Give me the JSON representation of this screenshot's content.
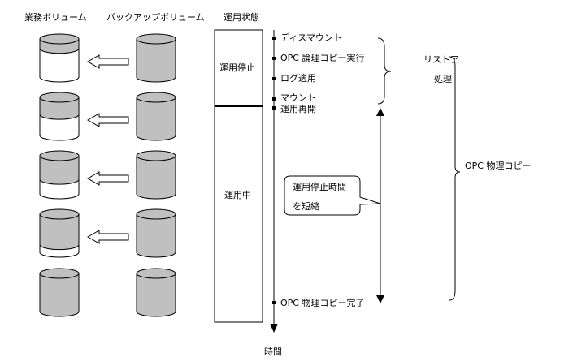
{
  "headers": {
    "business_volume": "業務ボリューム",
    "backup_volume": "バックアップボリューム",
    "operation_status": "運用状態"
  },
  "status": {
    "stopped": "運用停止",
    "running": "運用中"
  },
  "timeline": {
    "axis_label": "時間",
    "events": [
      "ディスマウント",
      "OPC 論理コピー実行",
      "ログ適用",
      "マウント",
      "運用再開",
      "OPC 物理コピー完了"
    ]
  },
  "brackets": {
    "restore_line1": "リストア",
    "restore_line2": "処理",
    "opc_physical": "OPC 物理コピー"
  },
  "callout": {
    "line1": "運用停止時間",
    "line2": "を短縮"
  },
  "volume_rows": [
    {
      "business_fill": 0.25,
      "copying": true
    },
    {
      "business_fill": 0.45,
      "copying": true
    },
    {
      "business_fill": 0.62,
      "copying": true
    },
    {
      "business_fill": 0.8,
      "copying": true
    },
    {
      "business_fill": 1.0,
      "copying": false
    }
  ],
  "colors": {
    "cylinder_fill": "#c0c0c0",
    "outline": "#000000",
    "background": "#ffffff"
  }
}
